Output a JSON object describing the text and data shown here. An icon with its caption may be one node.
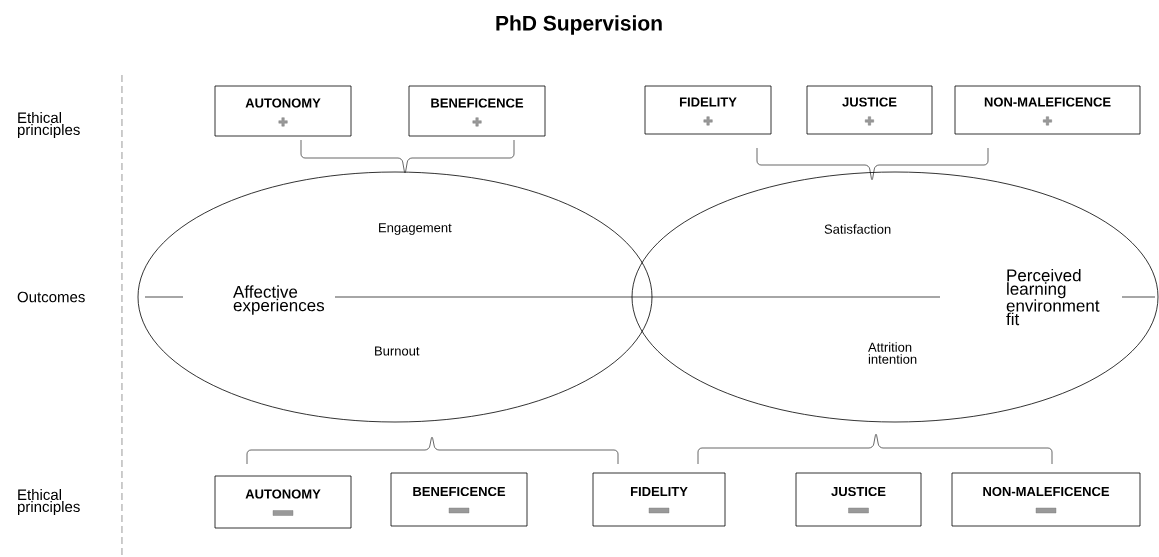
{
  "diagram": {
    "title": "PhD Supervision",
    "nodes": [
      {
        "text": [
          "AUTONOMY"
        ]
      },
      {
        "text": [
          "BENEFICENCE"
        ]
      },
      {
        "text": [
          "FIDELITY"
        ]
      },
      {
        "text": [
          "JUSTICE"
        ]
      },
      {
        "text": [
          "NON-MALEFICENCE"
        ]
      },
      {
        "text": [
          "Affective experiences",
          "Engagement",
          "Burnout"
        ]
      },
      {
        "text": [
          "Perceived learning environment fit",
          "Satisfaction",
          "Attrition intention"
        ]
      },
      {
        "text": [
          "AUTONOMY"
        ]
      },
      {
        "text": [
          "BENEFICENCE"
        ]
      },
      {
        "text": [
          "FIDELITY"
        ]
      },
      {
        "text": [
          "JUSTICE"
        ]
      },
      {
        "text": [
          "NON-MALEFICENCE"
        ]
      }
    ],
    "labels": [
      "Ethical principles",
      "Outcomes",
      "Ethical principles"
    ]
  }
}
